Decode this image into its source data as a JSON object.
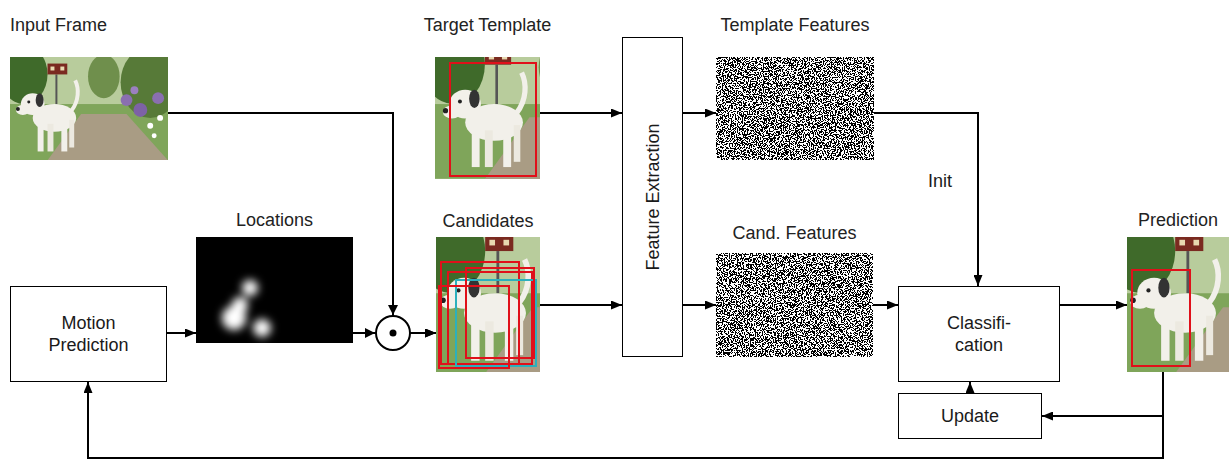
{
  "diagram": {
    "nodes": [
      {
        "text": [
          "Input Frame"
        ]
      },
      {
        "text": [
          "Target Template"
        ]
      },
      {
        "text": [
          "Template Features"
        ]
      },
      {
        "text": [
          "Locations"
        ]
      },
      {
        "text": [
          "Candidates"
        ]
      },
      {
        "text": [
          "Feature Extraction"
        ]
      },
      {
        "text": [
          "Cand. Features"
        ]
      },
      {
        "text": [
          "Prediction"
        ]
      },
      {
        "text": [
          "Motion Prediction"
        ]
      },
      {
        "text": [
          "Classifi- cation"
        ]
      },
      {
        "text": [
          "Update"
        ]
      }
    ],
    "edges": [
      {
        "from": 8,
        "to": 3,
        "arrow": "to"
      },
      {
        "from": 3,
        "to": 4,
        "arrow": "to"
      },
      {
        "from": 0,
        "to": 4,
        "arrow": "to"
      },
      {
        "from": 1,
        "to": 5,
        "arrow": "to"
      },
      {
        "from": 4,
        "to": 5,
        "arrow": "to"
      },
      {
        "from": 5,
        "to": 2,
        "arrow": "to"
      },
      {
        "from": 5,
        "to": 6,
        "arrow": "to"
      },
      {
        "from": 2,
        "to": 9,
        "label": "Init",
        "arrow": "to"
      },
      {
        "from": 6,
        "to": 9,
        "arrow": "to"
      },
      {
        "from": 9,
        "to": 7,
        "arrow": "to"
      },
      {
        "from": 7,
        "to": 10,
        "arrow": "to"
      },
      {
        "from": 10,
        "to": 9,
        "arrow": "to"
      },
      {
        "from": 7,
        "to": 8,
        "arrow": "to"
      }
    ]
  }
}
